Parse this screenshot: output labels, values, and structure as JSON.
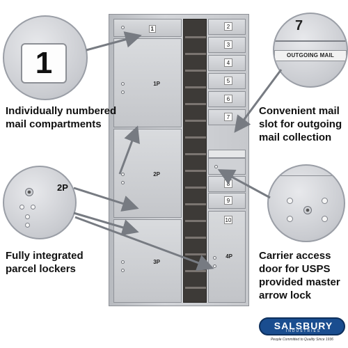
{
  "callouts": {
    "compartment_number": "1",
    "outgoing_number": "7",
    "outgoing_plate": "OUTGOING MAIL",
    "parcel_label": "2P"
  },
  "captions": {
    "numbered": "Individually numbered mail compartments",
    "outgoing": "Convenient mail slot for outgoing mail collection",
    "parcel": "Fully integrated parcel lockers",
    "carrier": "Carrier access door for USPS provided master arrow lock"
  },
  "unit": {
    "top_box_label": "1",
    "parcel_labels": [
      "1P",
      "2P",
      "3P"
    ],
    "mailbox_numbers": [
      "2",
      "3",
      "4",
      "5",
      "6",
      "7"
    ],
    "lower_mailbox_numbers": [
      "8",
      "9",
      "10"
    ],
    "right_parcel_label": "4P"
  },
  "logo": {
    "name": "SALSBURY",
    "sub": "INDUSTRIES",
    "tagline": "People Committed to Quality Since 1936"
  },
  "colors": {
    "unit_body": "#c6c8cc",
    "open_bay": "#3d3a37",
    "logo_blue": "#1a4d8f"
  }
}
